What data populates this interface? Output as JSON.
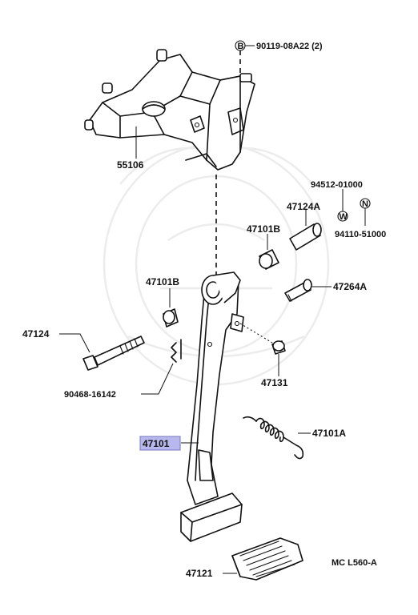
{
  "diagram": {
    "labels": {
      "p90119": "90119-08A22 (2)",
      "p55106": "55106",
      "p94512": "94512-01000",
      "p47124A": "47124A",
      "p94110": "94110-51000",
      "p47101B_right": "47101B",
      "p47101B_left": "47101B",
      "p47264A": "47264A",
      "p47124": "47124",
      "p47131": "47131",
      "p90468": "90468-16142",
      "p47101": "47101",
      "p47101A": "47101A",
      "p47121": "47121",
      "code": "MC L560-A"
    },
    "symbols": {
      "bolt_marker": "B",
      "washer_marker": "W",
      "nut_marker": "N"
    },
    "highlight_color": "#b8b8ee"
  }
}
